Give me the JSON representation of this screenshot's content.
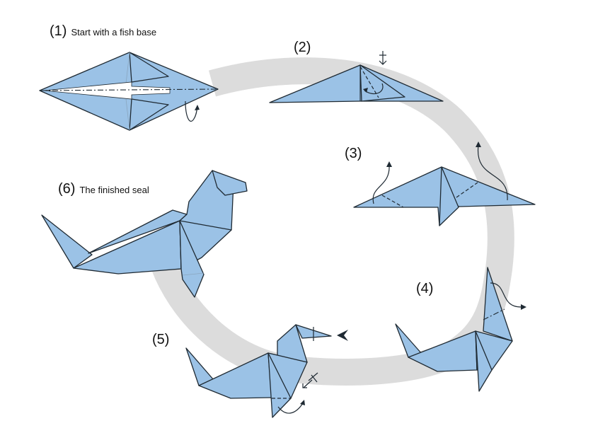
{
  "title": "Origami seal folding instructions",
  "colors": {
    "paper": "#9bc2e6",
    "path": "#dcdcdc",
    "line": "#1f2a33"
  },
  "steps": [
    {
      "number": "(1)",
      "caption": "Start with a fish base"
    },
    {
      "number": "(2)",
      "caption": ""
    },
    {
      "number": "(3)",
      "caption": ""
    },
    {
      "number": "(4)",
      "caption": ""
    },
    {
      "number": "(5)",
      "caption": ""
    },
    {
      "number": "(6)",
      "caption": "The finished seal"
    }
  ]
}
